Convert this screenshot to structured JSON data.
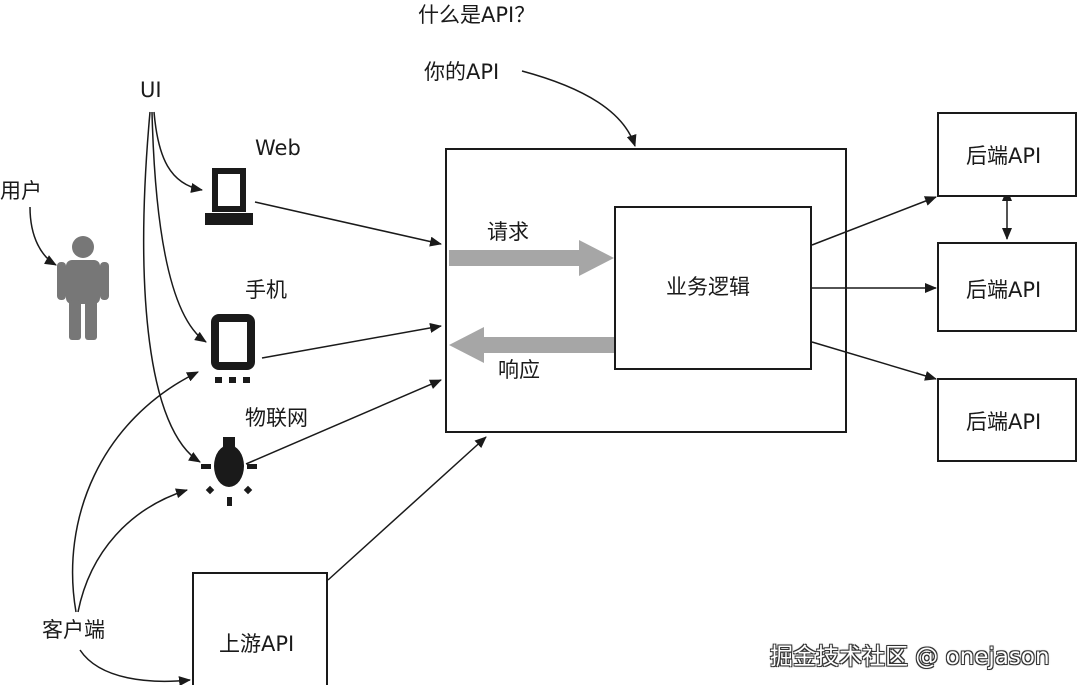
{
  "title": "什么是API？",
  "labels": {
    "your_api": "你的API",
    "ui": "UI",
    "user": "用户",
    "web": "Web",
    "mobile": "手机",
    "iot": "物联网",
    "client": "客户端",
    "request": "请求",
    "response": "响应"
  },
  "boxes": {
    "business_logic": "业务逻辑",
    "backend_api_1": "后端API",
    "backend_api_2": "后端API",
    "backend_api_3": "后端API",
    "upstream_api": "上游API"
  },
  "watermark": "掘金技术社区 @ onejason",
  "colors": {
    "ink": "#1a1a1a",
    "flow_arrow": "#a6a6a6",
    "user_icon": "#777777"
  }
}
